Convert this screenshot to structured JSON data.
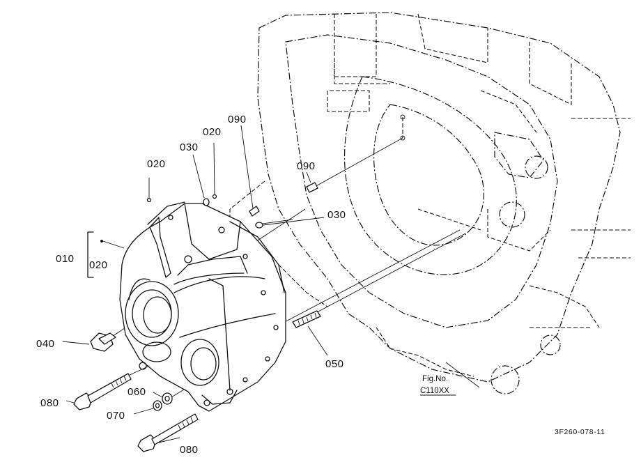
{
  "diagram": {
    "labels": {
      "p010": "010",
      "p020_bracket": "020",
      "p020_a": "020",
      "p020_b": "020",
      "p030_a": "030",
      "p030_b": "030",
      "p040": "040",
      "p050": "050",
      "p060": "060",
      "p070": "070",
      "p080_a": "080",
      "p080_b": "080",
      "p090_a": "090",
      "p090_b": "090"
    },
    "figure_ref": {
      "line1": "Fig.No.",
      "line2": "C110XX"
    },
    "drawing_code": "3F260-078-11"
  }
}
